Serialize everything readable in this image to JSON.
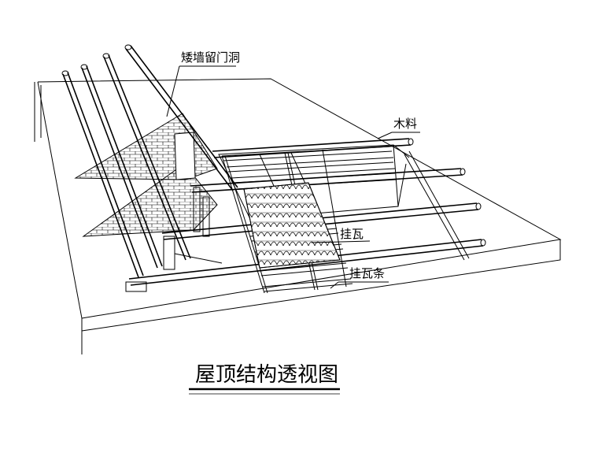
{
  "title": "屋顶结构透视图",
  "labels": {
    "dwarf_wall_door": "矮墙留门洞",
    "timber": "木料",
    "hanging_tile": "挂瓦",
    "tile_batten": "挂瓦条"
  }
}
